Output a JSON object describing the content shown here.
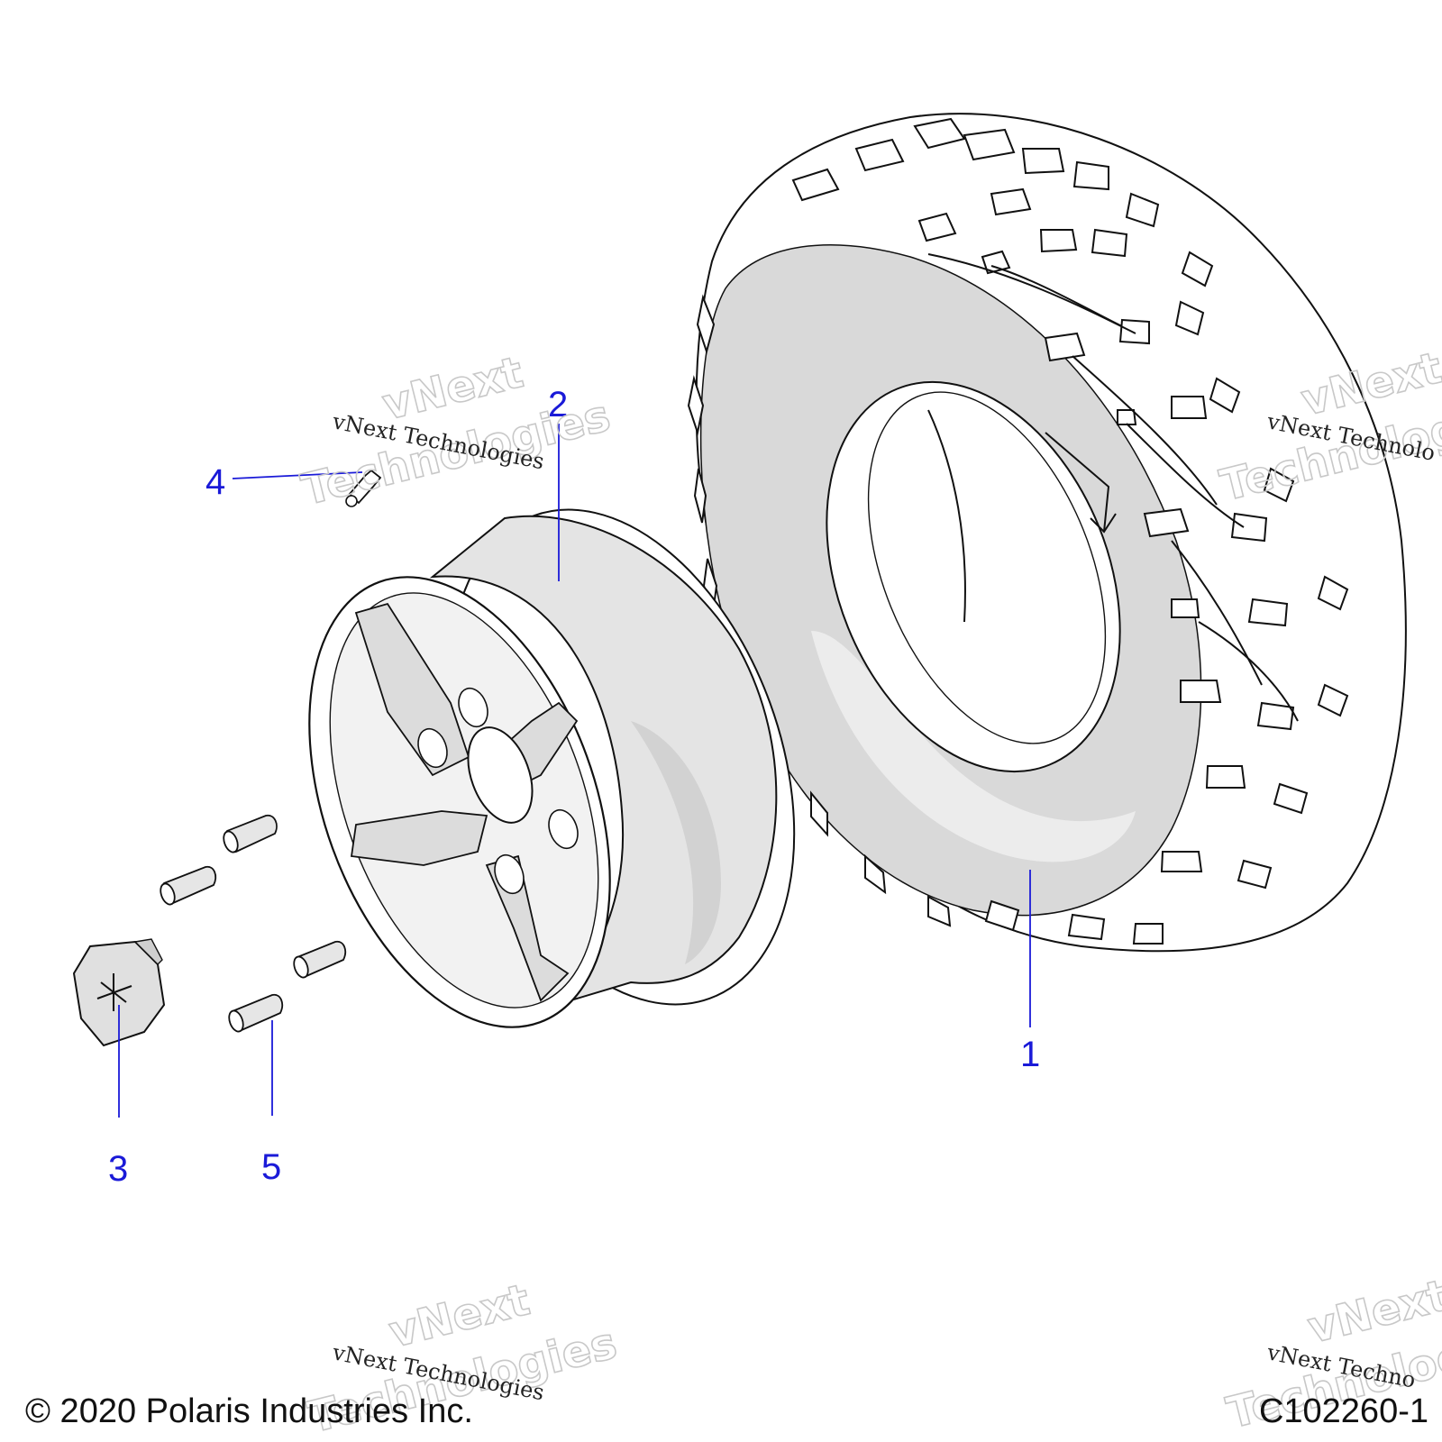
{
  "callouts": [
    {
      "id": "1",
      "label": "1"
    },
    {
      "id": "2",
      "label": "2"
    },
    {
      "id": "3",
      "label": "3"
    },
    {
      "id": "4",
      "label": "4"
    },
    {
      "id": "5",
      "label": "5"
    }
  ],
  "watermark": {
    "line1": "vNext",
    "line2": "Technologies",
    "caption": "vNext Technologies",
    "caption_partial": "vNext Technolo",
    "caption_partial2": "vNext Techno"
  },
  "footer": {
    "copyright": "© 2020 Polaris Industries Inc.",
    "figure_code": "C102260-1"
  },
  "colors": {
    "callout": "#1a1ad8",
    "shade": "#d9d9d9",
    "line": "#111111"
  }
}
